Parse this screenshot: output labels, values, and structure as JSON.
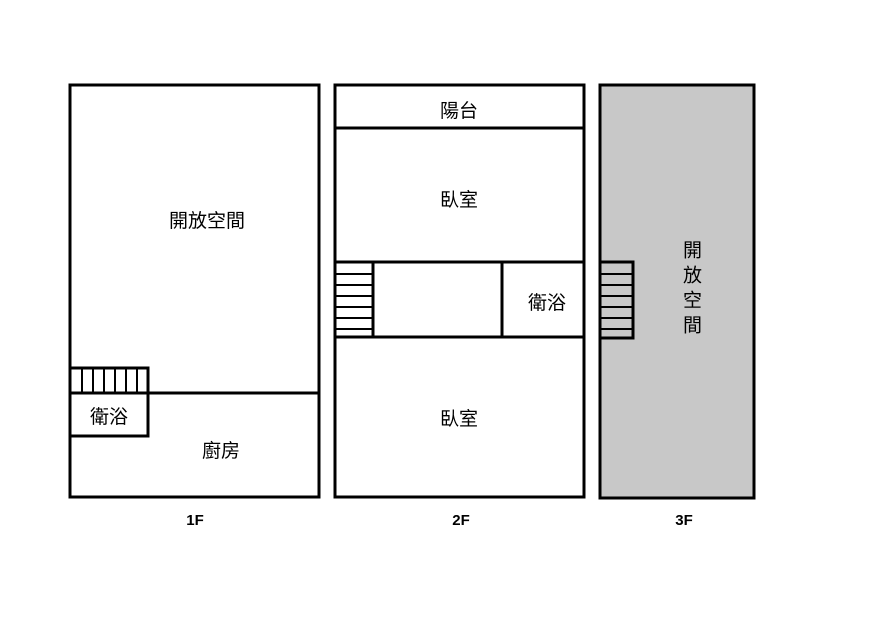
{
  "colors": {
    "wall": "#000000",
    "background": "#ffffff",
    "shaded_floor": "#c8c8c8"
  },
  "floors": [
    {
      "label": "1F",
      "rooms": {
        "open_space": "開放空間",
        "bathroom": "衛浴",
        "kitchen": "廚房"
      }
    },
    {
      "label": "2F",
      "rooms": {
        "balcony": "陽台",
        "bedroom_1": "臥室",
        "bathroom": "衛浴",
        "bedroom_2": "臥室"
      }
    },
    {
      "label": "3F",
      "rooms": {
        "open_space": "開放空間"
      }
    }
  ]
}
